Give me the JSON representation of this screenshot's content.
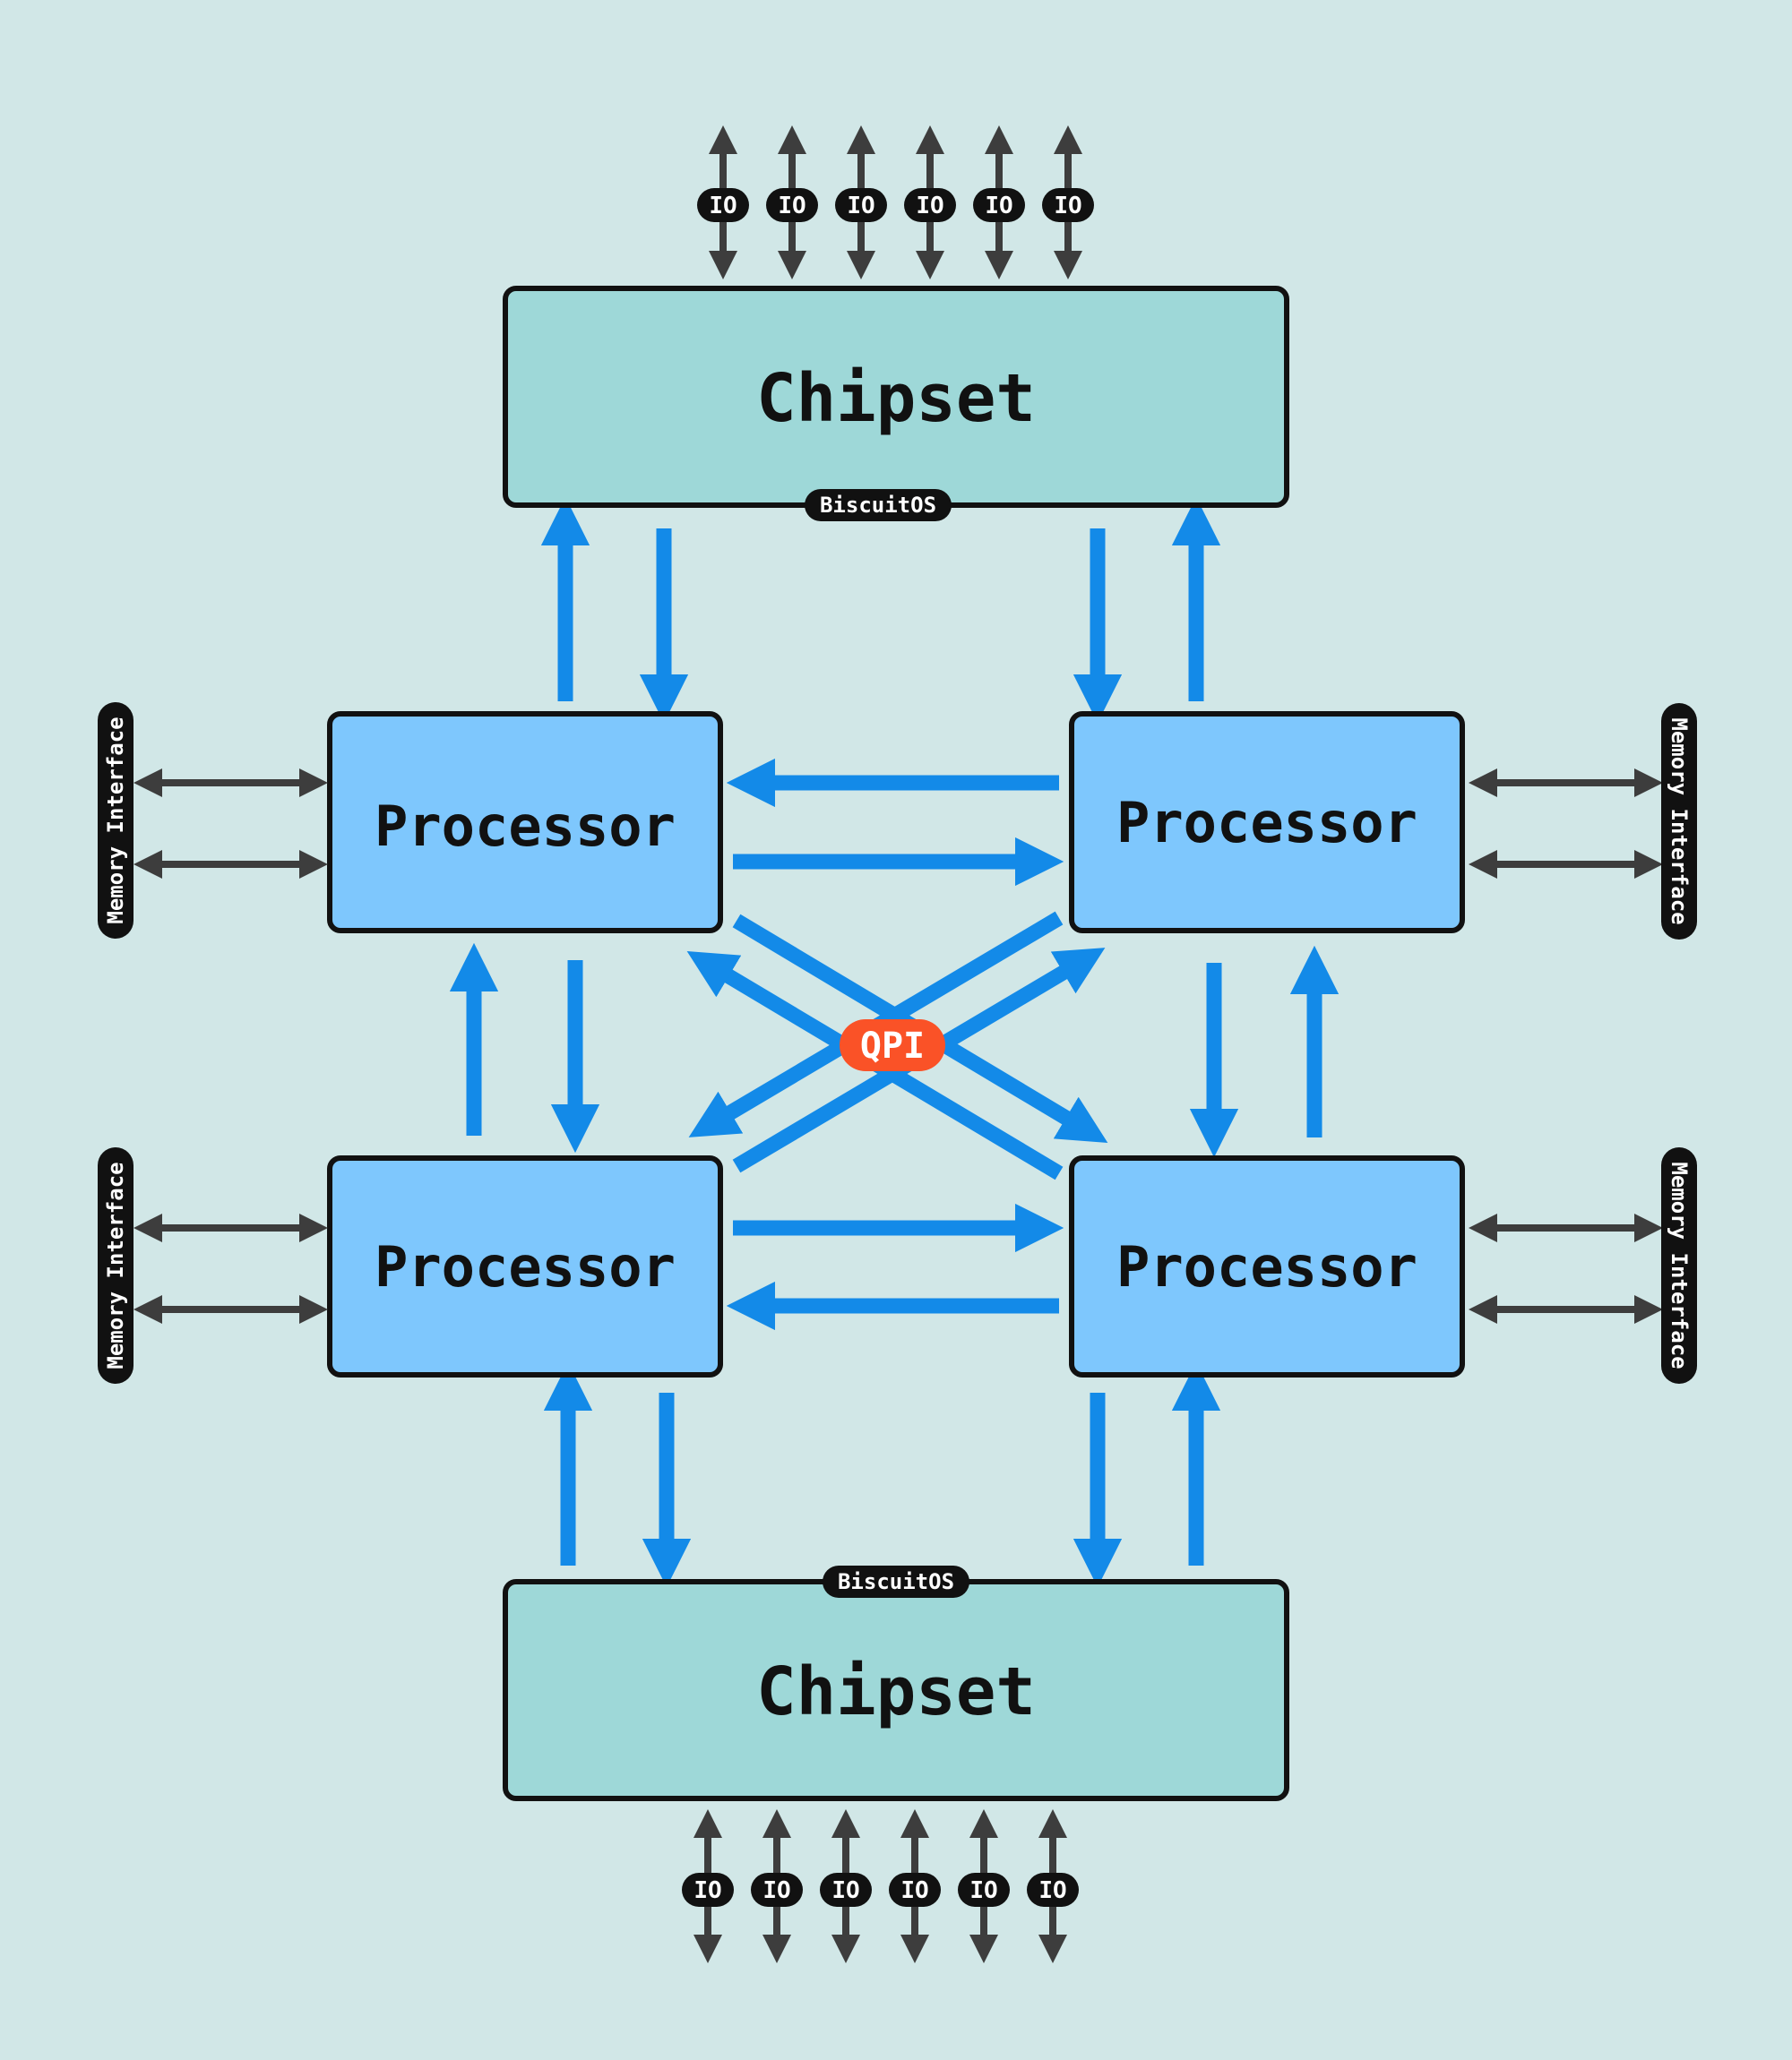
{
  "colors": {
    "background": "#d1e7e7",
    "chipset_fill": "#9ed8d8",
    "processor_fill": "#7ec7fd",
    "box_border": "#111111",
    "link_arrow": "#138ae8",
    "io_arrow": "#3d3d3d",
    "tag_fill": "#111111",
    "tag_text": "#ffffff",
    "qpi_fill": "#fa5227"
  },
  "chipset_top": {
    "label": "Chipset",
    "tag": "BiscuitOS"
  },
  "chipset_bottom": {
    "label": "Chipset",
    "tag": "BiscuitOS"
  },
  "processors": [
    {
      "label": "Processor",
      "position": "top-left"
    },
    {
      "label": "Processor",
      "position": "top-right"
    },
    {
      "label": "Processor",
      "position": "bottom-left"
    },
    {
      "label": "Processor",
      "position": "bottom-right"
    }
  ],
  "io_top": [
    "IO",
    "IO",
    "IO",
    "IO",
    "IO",
    "IO"
  ],
  "io_bottom": [
    "IO",
    "IO",
    "IO",
    "IO",
    "IO",
    "IO"
  ],
  "memory_interfaces": [
    {
      "label": "Memory Interface",
      "side": "left",
      "row": "top"
    },
    {
      "label": "Memory Interface",
      "side": "right",
      "row": "top"
    },
    {
      "label": "Memory Interface",
      "side": "left",
      "row": "bottom"
    },
    {
      "label": "Memory Interface",
      "side": "right",
      "row": "bottom"
    }
  ],
  "interconnect": {
    "label": "QPI"
  }
}
